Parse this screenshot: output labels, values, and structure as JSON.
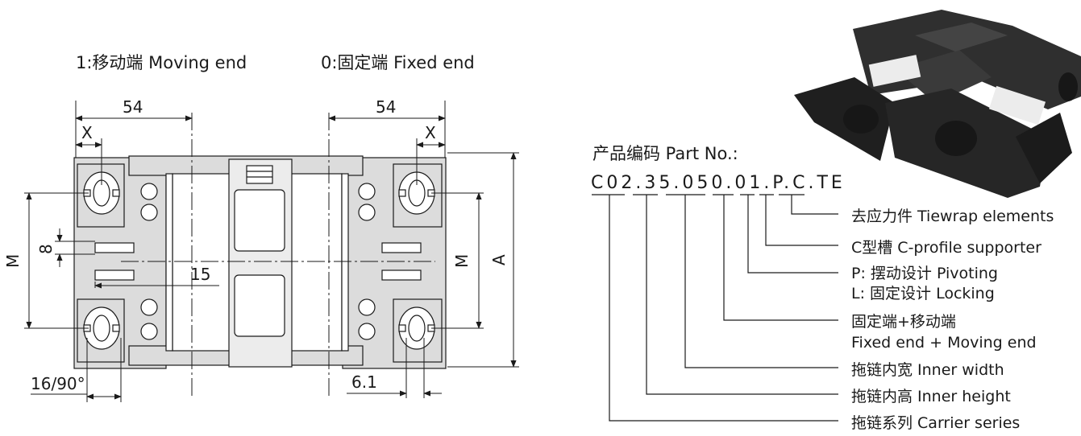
{
  "header": {
    "moving_end": "1:移动端 Moving end",
    "fixed_end": "0:固定端 Fixed end"
  },
  "dimensions": {
    "left_width": "54",
    "right_width": "54",
    "x_left": "X",
    "x_right": "X",
    "m_left": "M",
    "m_right": "M",
    "a": "A",
    "eight": "8",
    "fifteen": "15",
    "angle": "16/90°",
    "six_one": "6.1"
  },
  "part_number": {
    "title": "产品编码 Part No.:",
    "code": "C02.35.050.01.P.C.TE"
  },
  "legend": [
    {
      "lines": [
        "去应力件 Tiewrap elements"
      ]
    },
    {
      "lines": [
        "C型槽 C-profile supporter"
      ]
    },
    {
      "lines": [
        "P: 摆动设计 Pivoting",
        "L: 固定设计 Locking"
      ]
    },
    {
      "lines": [
        "固定端+移动端",
        "Fixed end + Moving end"
      ]
    },
    {
      "lines": [
        "拖链内宽 Inner width"
      ]
    },
    {
      "lines": [
        "拖链内高 Inner height"
      ]
    },
    {
      "lines": [
        "拖链系列 Carrier series"
      ]
    }
  ],
  "colors": {
    "part_fill": "#dcdcdc",
    "line": "#1a1a1a",
    "photo_dark": "#232323",
    "photo_light": "#ececec"
  }
}
